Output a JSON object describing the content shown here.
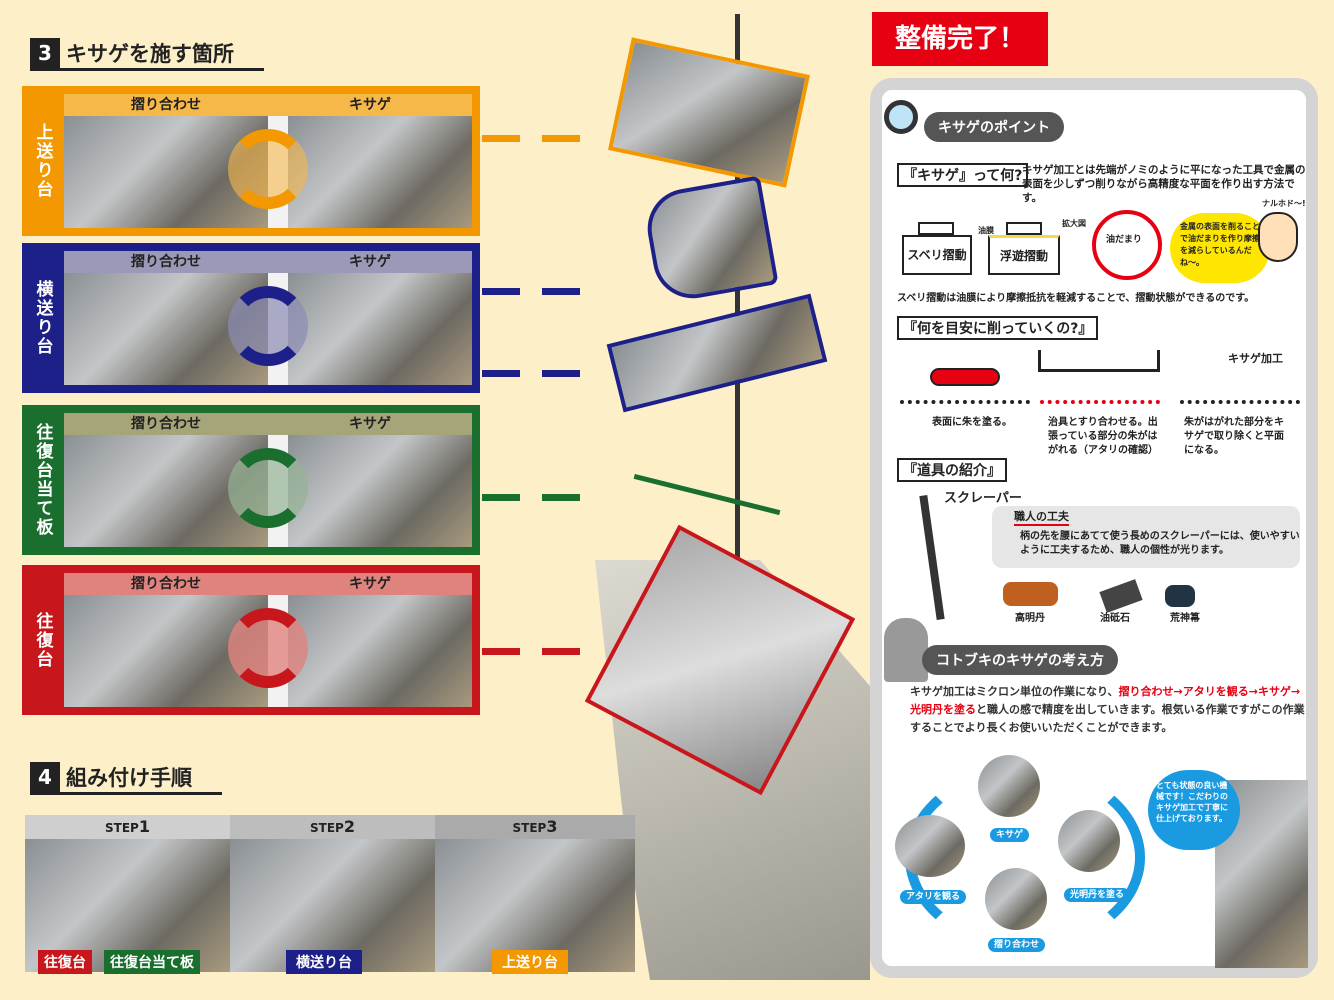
{
  "section3": {
    "num": "3",
    "title": "キサゲを施す箇所"
  },
  "panels": [
    {
      "label": "上送り台",
      "rub": "摺り合わせ",
      "scrape": "キサゲ",
      "color": "#f39800"
    },
    {
      "label": "横送り台",
      "rub": "摺り合わせ",
      "scrape": "キサゲ",
      "color": "#1d2088"
    },
    {
      "label": "往復台当て板",
      "rub": "摺り合わせ",
      "scrape": "キサゲ",
      "color": "#1a6e2e"
    },
    {
      "label": "往復台",
      "rub": "摺り合わせ",
      "scrape": "キサゲ",
      "color": "#c8161d"
    }
  ],
  "section4": {
    "num": "4",
    "title": "組み付け手順"
  },
  "steps": [
    {
      "label": "STEP",
      "num": "1",
      "tags": [
        "往復台",
        "往復台当て板"
      ]
    },
    {
      "label": "STEP",
      "num": "2",
      "tags": [
        "横送り台"
      ]
    },
    {
      "label": "STEP",
      "num": "3",
      "tags": [
        "上送り台"
      ]
    }
  ],
  "done": "整備完了！",
  "right": {
    "point_title": "キサゲのポイント",
    "what_title": "『キサゲ』って何?",
    "what_text": "キサゲ加工とは先端がノミのように平になった工具で金属の表面を少しずつ削りながら高精度な平面を作り出す方法です。",
    "slide": "スベリ摺動",
    "float": "浮遊摺動",
    "oil_film": "油膜",
    "zoom": "拡大図",
    "oil_pool": "油だまり",
    "bubble": "金属の表面を削ることで油だまりを作り摩擦を減らしているんだね〜。",
    "naruhodo": "ナルホド〜!",
    "slide_text": "スベリ摺動は油膜により摩擦抵抗を軽減することで、摺動状態ができるのです。",
    "guide_title": "『何を目安に削っていくの?』",
    "scrape_label": "キサゲ加工",
    "guide": [
      "表面に朱を塗る。",
      "治具とすり合わせる。出張っている部分の朱がはがれる（アタリの確認）",
      "朱がはがれた部分をキサゲで取り除くと平面になる。"
    ],
    "tools_title": "『道具の紹介』",
    "scraper": "スクレーパー",
    "craft_title": "職人の工夫",
    "craft_text": "柄の先を腰にあてて使う長めのスクレーパーには、使いやすいように工夫するため、職人の個性が光ります。",
    "tools": [
      "高明丹",
      "油砥石",
      "荒神箒"
    ],
    "approach_title": "コトブキのキサゲの考え方",
    "approach_1": "キサゲ加工はミクロン単位の作業になり、",
    "approach_red1": "摺り合わせ→アタリを観る→キサゲ→光明丹を塗る",
    "approach_2": "と職人の感で精度を出していきます。根気いる作業ですがこの作業することでより長くお使いいただくことができます。",
    "cycle": [
      "キサゲ",
      "光明丹を塗る",
      "摺り合わせ",
      "アタリを観る"
    ],
    "speech": "とても状態の良い機械です！こだわりのキサゲ加工で丁寧に仕上げております。"
  }
}
